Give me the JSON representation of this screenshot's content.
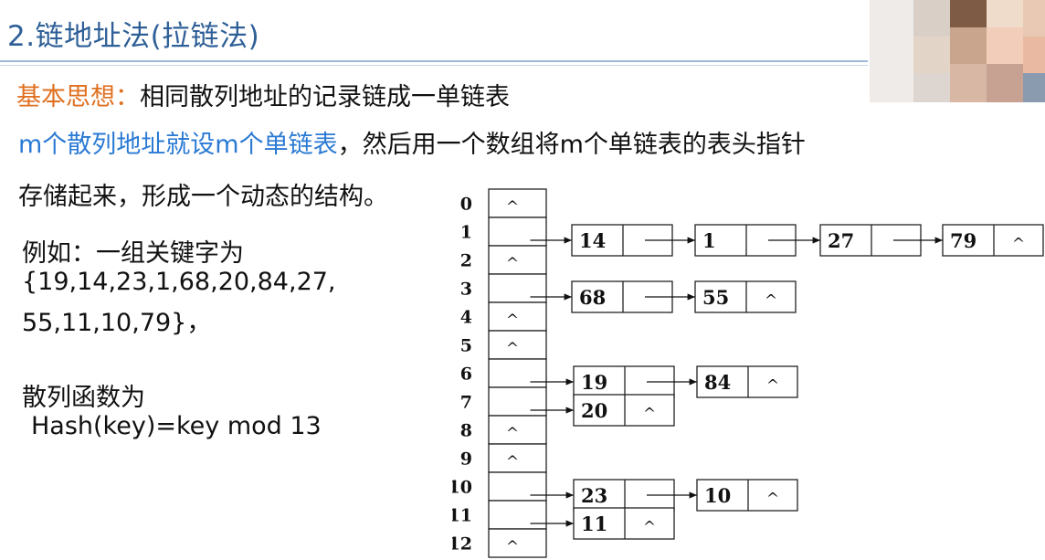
{
  "title": "2.链地址法(拉链法)",
  "basic_idea": {
    "label": "基本思想：",
    "text": "相同散列地址的记录链成一单链表"
  },
  "line2": {
    "blue_part": "m个散列地址就设m个单链表",
    "black_part": "，然后用一个数组将m个单链表的表头指针"
  },
  "line3": "存储起来，形成一个动态的结构。",
  "example": {
    "line1": "例如：一组关键字为",
    "line2": "{19,14,23,1,68,20,84,27,",
    "line3": "55,11,10,79}，",
    "func_label": "散列函数为",
    "func": "Hash(key)=key mod 13"
  },
  "colors": {
    "title": "#2e5f97",
    "label_orange": "#e07020",
    "text_blue": "#2a7ad4"
  },
  "diagram": {
    "null_symbol": "^",
    "buckets": [
      {
        "index": "0",
        "chain": []
      },
      {
        "index": "1",
        "chain": [
          "14",
          "1",
          "27",
          "79"
        ]
      },
      {
        "index": "2",
        "chain": []
      },
      {
        "index": "3",
        "chain": [
          "68",
          "55"
        ]
      },
      {
        "index": "4",
        "chain": []
      },
      {
        "index": "5",
        "chain": []
      },
      {
        "index": "6",
        "chain": [
          "19",
          "84"
        ]
      },
      {
        "index": "7",
        "chain": [
          "20"
        ]
      },
      {
        "index": "8",
        "chain": []
      },
      {
        "index": "9",
        "chain": []
      },
      {
        "index": "10",
        "chain": [
          "23",
          "10"
        ]
      },
      {
        "index": "11",
        "chain": [
          "11"
        ]
      },
      {
        "index": "12",
        "chain": []
      }
    ]
  }
}
